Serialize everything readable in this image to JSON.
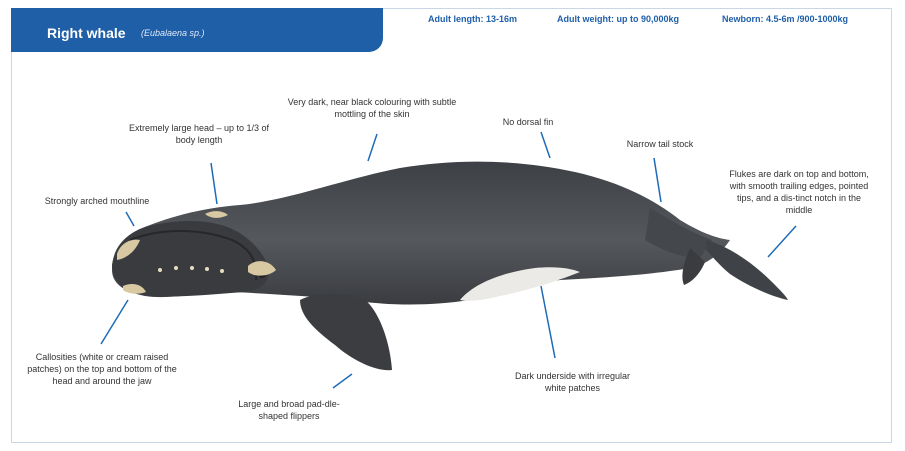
{
  "header": {
    "title": "Right whale",
    "scientific_name": "(Eubalaena sp.)",
    "adult_length": "Adult length: 13-16m",
    "adult_weight": "Adult weight: up to 90,000kg",
    "newborn": "Newborn: 4.5-6m /900-1000kg"
  },
  "labels": {
    "colouring": "Very dark, near black colouring with subtle mottling of the skin",
    "dorsal": "No dorsal fin",
    "head": "Extremely large head – up to 1/3 of body length",
    "tail": "Narrow tail stock",
    "flukes": "Flukes are dark on top and bottom, with smooth trailing edges, pointed tips, and a dis-tinct notch in the middle",
    "mouth": "Strongly arched mouthline",
    "callosities": "Callosities (white or cream raised patches) on the top and bottom of the head and around the jaw",
    "underside": "Dark underside with irregular white patches",
    "flippers": "Large and broad pad-dle-shaped flippers"
  },
  "colors": {
    "brand": "#1f5fa8",
    "whale_body": "#4a4d52",
    "callosity": "#d8c9a3",
    "belly_patch": "#eceae6",
    "pointer": "#1f6bb8"
  }
}
